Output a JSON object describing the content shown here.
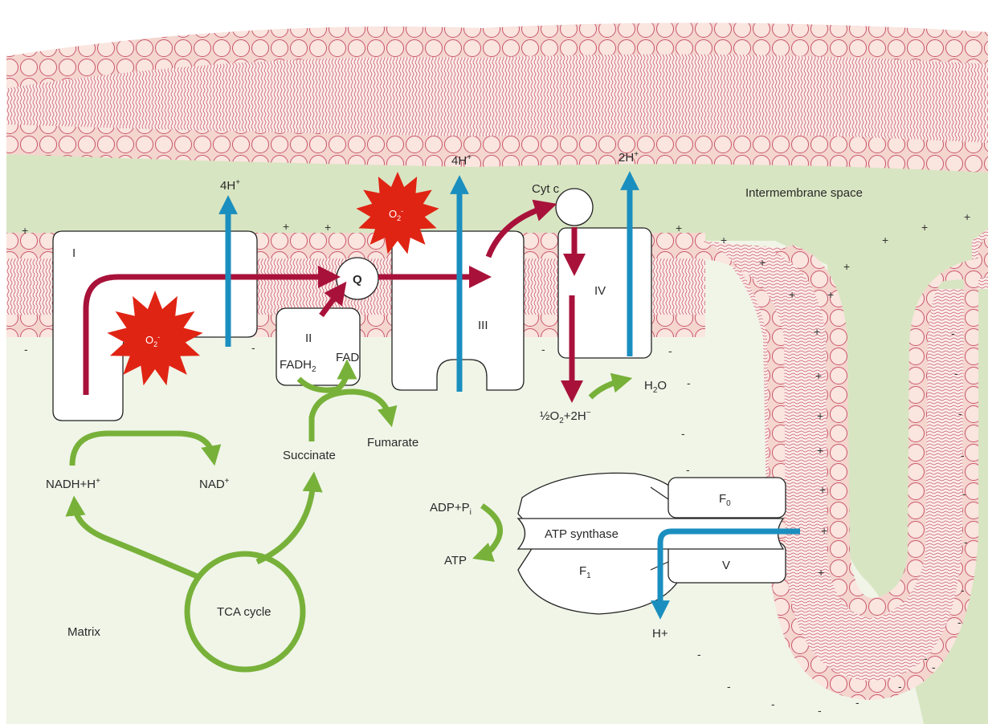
{
  "labels": {
    "intermembrane_space": "Intermembrane space",
    "matrix": "Matrix",
    "complex_1": "I",
    "complex_2": "II",
    "complex_3": "III",
    "complex_4": "IV",
    "complex_5": "V",
    "q": "Q",
    "cyt_c": "Cyt c",
    "h4_a": "4H",
    "h4_b": "4H",
    "h2": "2H",
    "plus_sup": "+",
    "fadh": "FADH",
    "fadh_sub": "2",
    "fad": "FAD",
    "fumarate": "Fumarate",
    "succinate": "Succinate",
    "nadh": "NADH+H",
    "nad": "NAD",
    "tca": "TCA cycle",
    "o2_base": "O",
    "o2_sub": "2",
    "o2_sup": "-",
    "half_o2": "½O",
    "half_o2_sub": "2",
    "half_o2_mid": "+2H",
    "half_o2_sup": "−",
    "h2o_h": "H",
    "h2o_sub": "2",
    "h2o_o": "O",
    "adp": "ADP+P",
    "adp_sub": "i",
    "atp": "ATP",
    "atp_synthase": "ATP synthase",
    "f0": "F",
    "f0_sub": "0",
    "f1": "F",
    "f1_sub": "1",
    "hplus": "H+",
    "plus": "+",
    "minus": "-"
  },
  "colors": {
    "membrane_head_fill": "#fae5df",
    "membrane_stroke": "#c9566b",
    "ims_fill": "#d8e5c2",
    "matrix_fill": "#f0f5e8",
    "electron_arrow": "#a8123a",
    "proton_arrow": "#1a8fbf",
    "reaction_arrow": "#78b13a",
    "ros_fill": "#e02414"
  }
}
